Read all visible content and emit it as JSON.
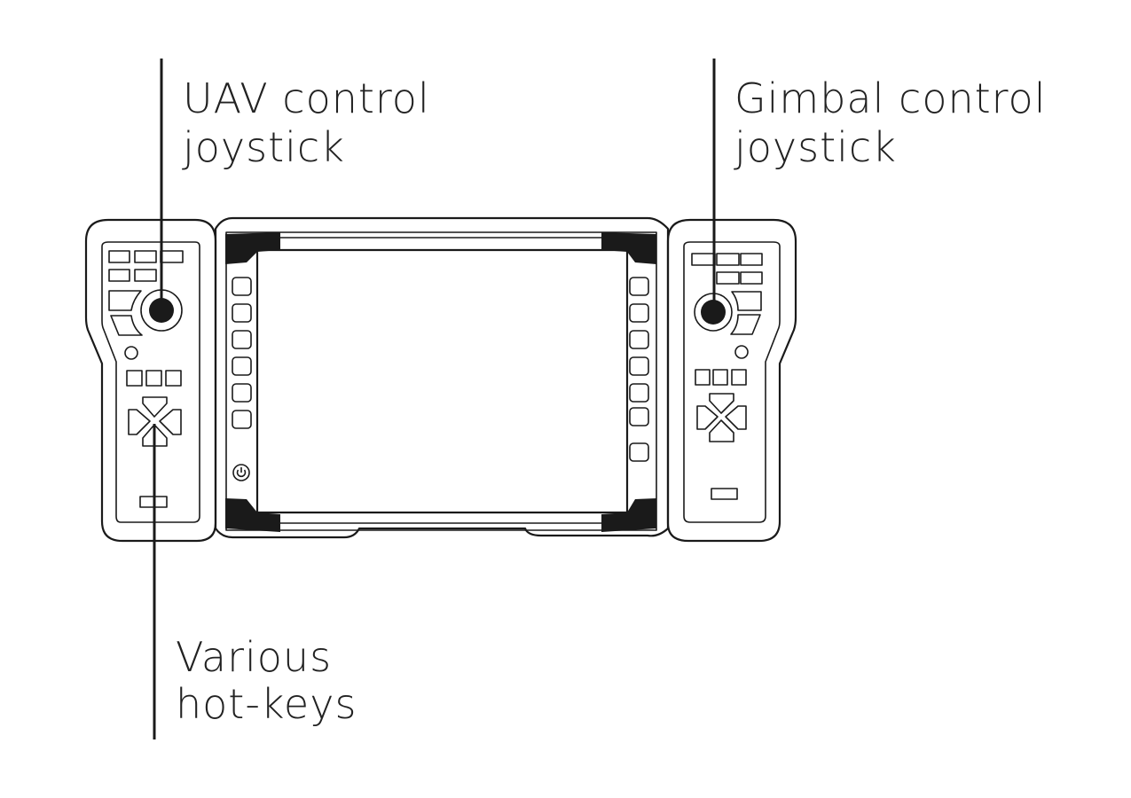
{
  "labels": {
    "uav_joystick": {
      "line1": "UAV control",
      "line2": "joystick"
    },
    "gimbal_joystick": {
      "line1": "Gimbal control",
      "line2": "joystick"
    },
    "hot_keys": {
      "line1": "Various",
      "line2": "hot-keys"
    }
  },
  "colors": {
    "line": "#1a1a1a",
    "background": "#ffffff"
  }
}
